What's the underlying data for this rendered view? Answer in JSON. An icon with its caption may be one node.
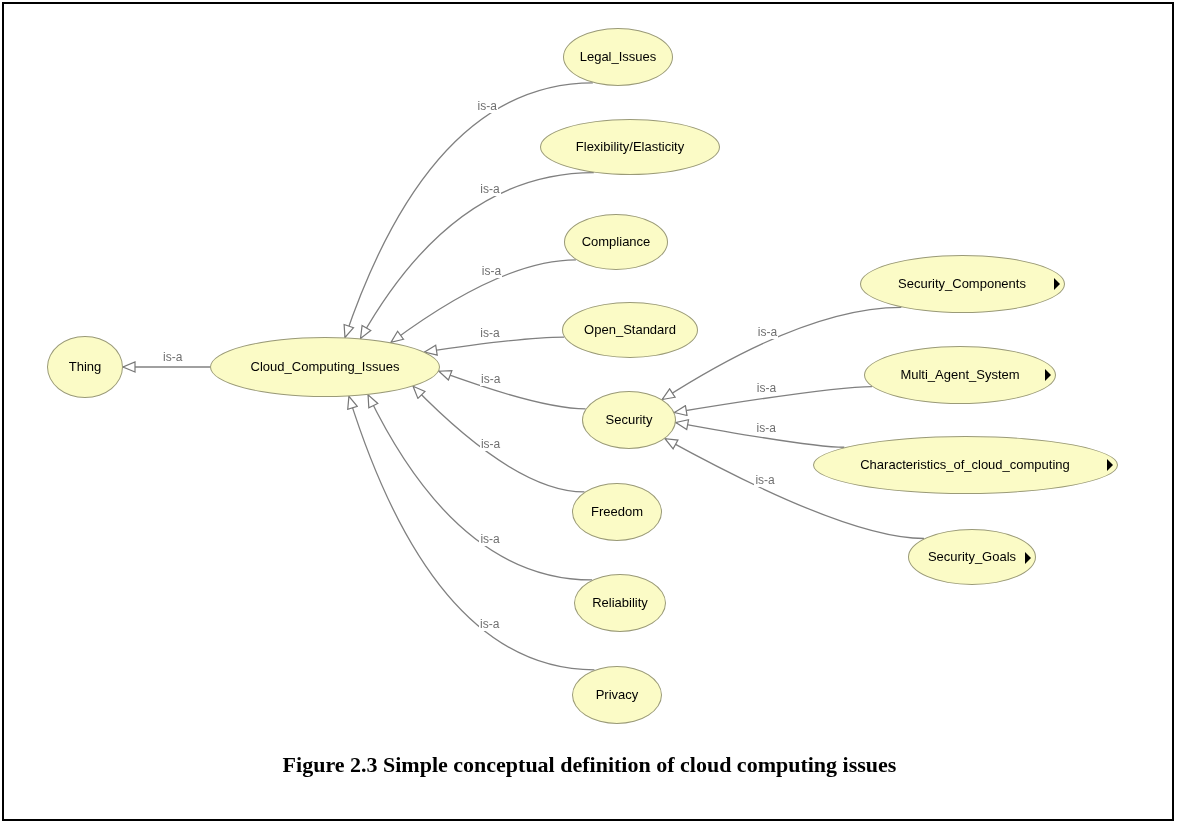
{
  "diagram": {
    "caption": "Figure 2.3 Simple conceptual definition of cloud computing issues",
    "nodes": [
      {
        "text": [
          "Thing"
        ]
      },
      {
        "text": [
          "Cloud_Computing_Issues"
        ]
      },
      {
        "text": [
          "Legal_Issues"
        ]
      },
      {
        "text": [
          "Flexibility/Elasticity"
        ]
      },
      {
        "text": [
          "Compliance"
        ]
      },
      {
        "text": [
          "Open_Standard"
        ]
      },
      {
        "text": [
          "Security"
        ]
      },
      {
        "text": [
          "Freedom"
        ]
      },
      {
        "text": [
          "Reliability"
        ]
      },
      {
        "text": [
          "Privacy"
        ]
      },
      {
        "text": [
          "Security_Components"
        ]
      },
      {
        "text": [
          "Multi_Agent_System"
        ]
      },
      {
        "text": [
          "Characteristics_of_cloud_computing"
        ]
      },
      {
        "text": [
          "Security_Goals"
        ]
      }
    ],
    "edges": [
      {
        "from": 1,
        "to": 0,
        "arrow": "to",
        "label": "is-a"
      },
      {
        "from": 2,
        "to": 1,
        "arrow": "to",
        "label": "is-a"
      },
      {
        "from": 3,
        "to": 1,
        "arrow": "to",
        "label": "is-a"
      },
      {
        "from": 4,
        "to": 1,
        "arrow": "to",
        "label": "is-a"
      },
      {
        "from": 5,
        "to": 1,
        "arrow": "to",
        "label": "is-a"
      },
      {
        "from": 6,
        "to": 1,
        "arrow": "to",
        "label": "is-a"
      },
      {
        "from": 7,
        "to": 1,
        "arrow": "to",
        "label": "is-a"
      },
      {
        "from": 8,
        "to": 1,
        "arrow": "to",
        "label": "is-a"
      },
      {
        "from": 9,
        "to": 1,
        "arrow": "to",
        "label": "is-a"
      },
      {
        "from": 10,
        "to": 6,
        "arrow": "to",
        "label": "is-a"
      },
      {
        "from": 11,
        "to": 6,
        "arrow": "to",
        "label": "is-a"
      },
      {
        "from": 12,
        "to": 6,
        "arrow": "to",
        "label": "is-a"
      },
      {
        "from": 13,
        "to": 6,
        "arrow": "to",
        "label": "is-a"
      }
    ]
  }
}
